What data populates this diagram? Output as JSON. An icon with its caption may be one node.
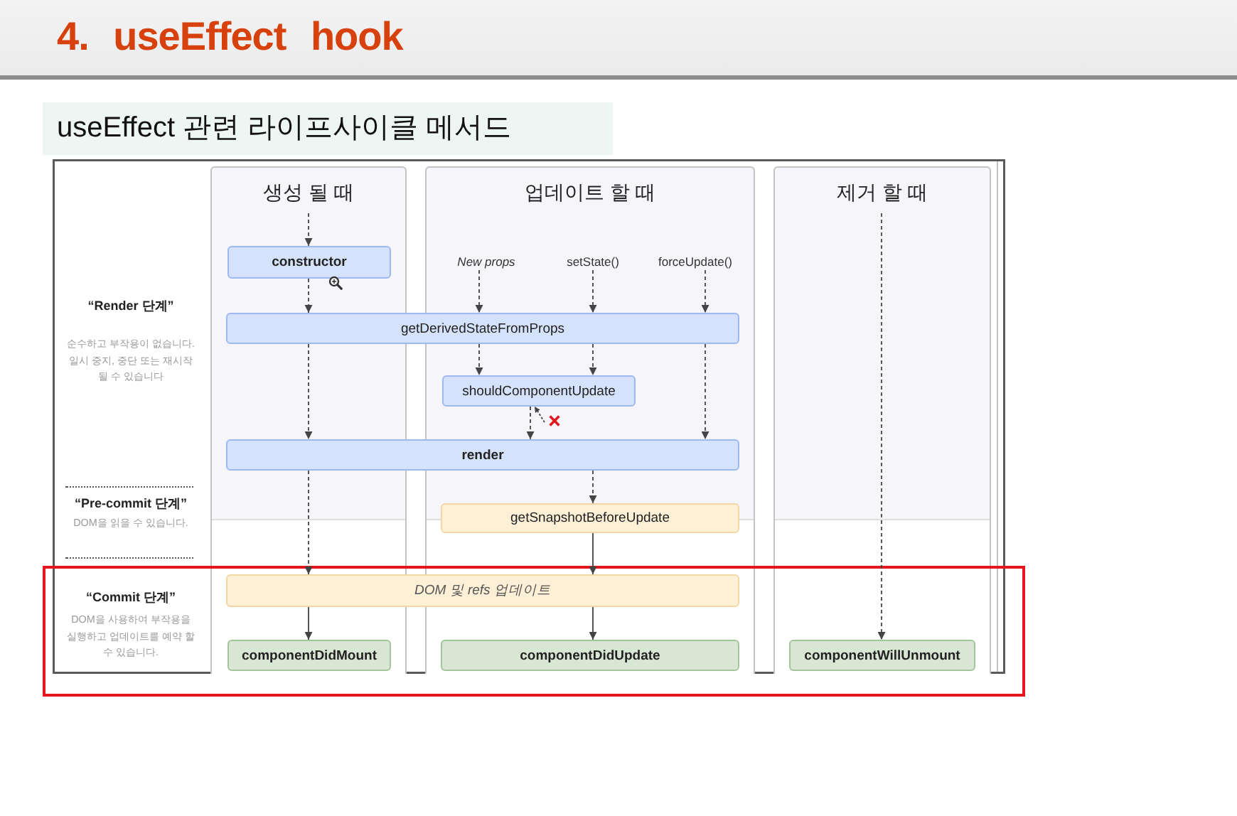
{
  "diagram": {
    "title": "4. useEffect hook",
    "nodes": [
      {
        "text": [
          "useEffect 관련 라이프사이클 메서드"
        ]
      },
      {
        "text": [
          "생성 될 때"
        ]
      },
      {
        "text": [
          "업데이트 할 때"
        ]
      },
      {
        "text": [
          "제거 할 때"
        ]
      },
      {
        "text": [
          "constructor"
        ],
        "in": 1
      },
      {
        "text": [
          "New props"
        ],
        "in": 2
      },
      {
        "text": [
          "setState()"
        ],
        "in": 2
      },
      {
        "text": [
          "forceUpdate()"
        ],
        "in": 2
      },
      {
        "text": [
          "getDerivedStateFromProps"
        ]
      },
      {
        "text": [
          "shouldComponentUpdate"
        ],
        "in": 2
      },
      {
        "text": [
          "render"
        ]
      },
      {
        "text": [
          "getSnapshotBeforeUpdate"
        ],
        "in": 2
      },
      {
        "text": [
          "DOM 및 refs 업데이트"
        ]
      },
      {
        "text": [
          "componentDidMount"
        ],
        "in": 1
      },
      {
        "text": [
          "componentDidUpdate"
        ],
        "in": 2
      },
      {
        "text": [
          "componentWillUnmount"
        ],
        "in": 3
      }
    ],
    "edges": [
      {
        "from": null,
        "to": 4,
        "arrow": "to",
        "style": "dashed"
      },
      {
        "from": 4,
        "to": 8,
        "arrow": "to",
        "style": "dashed"
      },
      {
        "from": 5,
        "to": 8,
        "arrow": "to",
        "style": "dashed"
      },
      {
        "from": 6,
        "to": 8,
        "arrow": "to",
        "style": "dashed"
      },
      {
        "from": 7,
        "to": 8,
        "arrow": "to",
        "style": "dashed"
      },
      {
        "from": 8,
        "to": 10,
        "arrow": "to",
        "style": "dashed"
      },
      {
        "from": 8,
        "to": 9,
        "arrow": "to",
        "style": "dashed"
      },
      {
        "from": 8,
        "to": 9,
        "arrow": "to",
        "style": "dashed"
      },
      {
        "from": 8,
        "to": 10,
        "arrow": "to",
        "style": "dashed"
      },
      {
        "from": 9,
        "to": 10,
        "arrow": "to",
        "style": "dashed"
      },
      {
        "from": null,
        "to": 9,
        "arrow": "to",
        "style": "dashed"
      },
      {
        "from": 10,
        "to": 12,
        "arrow": "to",
        "style": "dashed"
      },
      {
        "from": 10,
        "to": 11,
        "arrow": "to",
        "style": "dashed"
      },
      {
        "from": 11,
        "to": 12,
        "arrow": "to"
      },
      {
        "from": 12,
        "to": 13,
        "arrow": "to"
      },
      {
        "from": 12,
        "to": 14,
        "arrow": "to"
      },
      {
        "from": null,
        "to": 15,
        "arrow": "to",
        "style": "dashed"
      }
    ],
    "labels": [
      "“Render 단계”",
      "순수하고 부작용이 없습니다. 일시 중지, 중단 또는 재시작 될 수 있습니다",
      "“Pre-commit 단계”",
      "DOM을 읽을 수 있습니다.",
      "“Commit 단계”",
      "DOM을 사용하여 부작용을 실행하고 업데이트를 예약 할 수 있습니다."
    ]
  }
}
